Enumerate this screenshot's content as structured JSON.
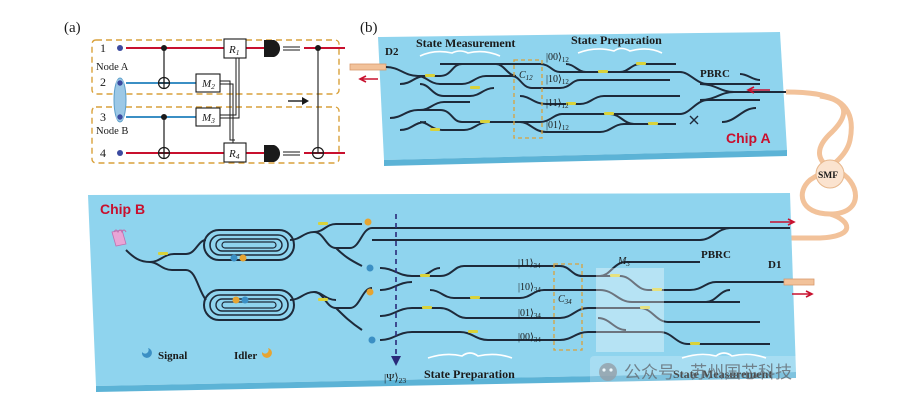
{
  "panel_a": {
    "label": "(a)",
    "node_numbers": [
      "1",
      "2",
      "3",
      "4"
    ],
    "node_a": "Node A",
    "node_b": "Node B",
    "blocks": {
      "r1_main": "R",
      "r1_sub": "1",
      "m2_main": "M",
      "m2_sub": "2",
      "m3_main": "M",
      "m3_sub": "3",
      "r4_main": "R",
      "r4_sub": "4"
    },
    "colors": {
      "red_line": "#c8102e",
      "blue_line": "#3b8fc4",
      "frame": "#d9a13b"
    }
  },
  "panel_b": {
    "label": "(b)",
    "chip_a": {
      "name": "Chip A",
      "detector": "D2",
      "state_measurement": "State Measurement",
      "state_preparation": "State Preparation",
      "pbrc": "PBRC",
      "c12_main": "C",
      "c12_sub": "12",
      "kets": [
        {
          "main": "|00⟩",
          "sub": "12"
        },
        {
          "main": "|10⟩",
          "sub": "12"
        },
        {
          "main": "|11⟩",
          "sub": "12"
        },
        {
          "main": "|01⟩",
          "sub": "12"
        }
      ]
    },
    "smf": "SMF",
    "chip_b": {
      "name": "Chip B",
      "detector": "D1",
      "pbrc": "PBRC",
      "m3_main": "M",
      "m3_sub": "3",
      "c34_main": "C",
      "c34_sub": "34",
      "psi_main": "|Ψ⟩",
      "psi_sub": "23",
      "state_preparation": "State Preparation",
      "state_measurement": "State Measurement",
      "signal": "Signal",
      "idler": "Idler",
      "kets": [
        {
          "main": "|11⟩",
          "sub": "34"
        },
        {
          "main": "|10⟩",
          "sub": "34"
        },
        {
          "main": "|01⟩",
          "sub": "34"
        },
        {
          "main": "|00⟩",
          "sub": "34"
        }
      ]
    },
    "colors": {
      "chip": "#8fd4ee",
      "chip_dark": "#6cc0e0",
      "waveguide": "#1e2a3a",
      "heater": "#d9d23a",
      "fiber": "#f2c29a",
      "chip_label": "#c8102e"
    }
  },
  "watermark": "公众号 · 苏州国芯科技"
}
